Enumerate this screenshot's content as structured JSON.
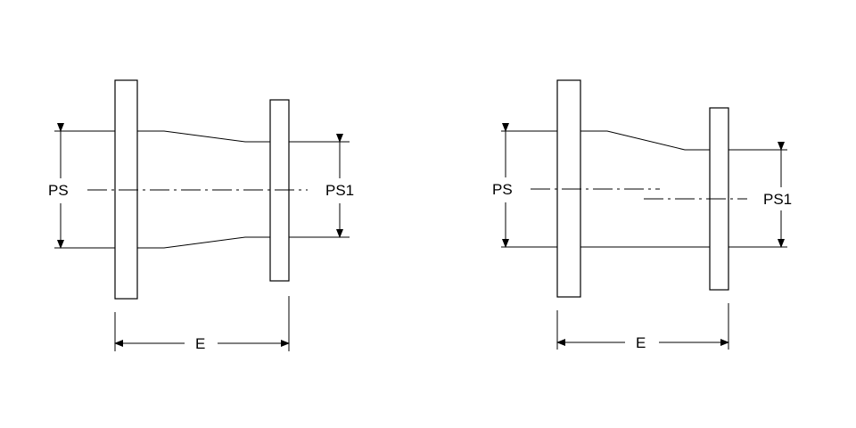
{
  "left_diagram": {
    "label_inlet": "PS",
    "label_outlet": "PS1",
    "label_length": "E"
  },
  "right_diagram": {
    "label_inlet": "PS",
    "label_outlet": "PS1",
    "label_length": "E"
  },
  "colors": {
    "line": "#000000",
    "background": "#ffffff"
  }
}
